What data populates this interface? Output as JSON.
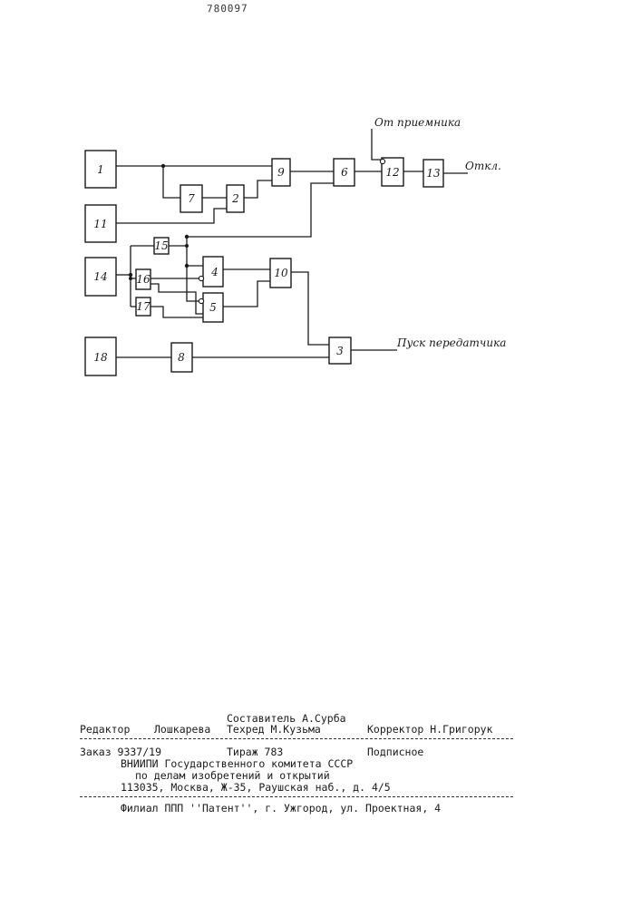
{
  "header": {
    "patent_number": "780097"
  },
  "diagram": {
    "blocks": [
      "1",
      "2",
      "3",
      "4",
      "5",
      "6",
      "7",
      "8",
      "9",
      "10",
      "11",
      "12",
      "13",
      "14",
      "15",
      "16",
      "17",
      "18"
    ],
    "signals": {
      "from_receiver": "От приемника",
      "off": "Откл.",
      "transmitter_start": "Пуск передатчика"
    }
  },
  "footer": {
    "compiler": "Составитель А.Сурба",
    "editor_label": "Редактор",
    "editor_name": "Лошкарева",
    "techred": "Техред М.Кузьма",
    "corrector": "Корректор Н.Григорук",
    "order": "Заказ 9337/19",
    "circulation": "Тираж 783",
    "subscription": "Подписное",
    "org_line1": "ВНИИПИ Государственного комитета СССР",
    "org_line2": "по делам изобретений и открытий",
    "address": "113035, Москва, Ж-35, Раушская наб., д. 4/5",
    "branch": "Филиал ППП ''Патент'', г. Ужгород, ул. Проектная, 4"
  }
}
